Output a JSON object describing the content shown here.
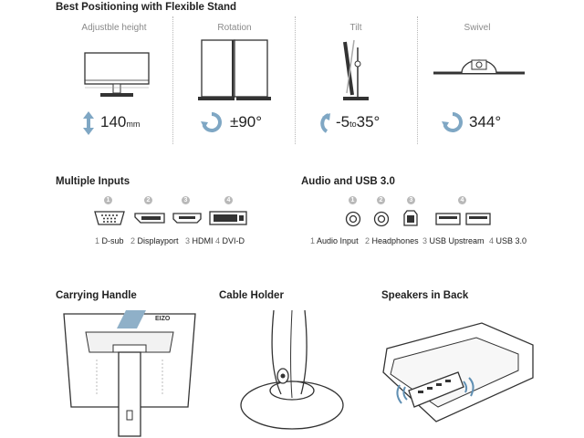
{
  "stand": {
    "title": "Best Positioning with Flexible Stand",
    "columns": [
      {
        "label": "Adjustble height",
        "value": "140",
        "unit": "mm"
      },
      {
        "label": "Rotation",
        "value": "±90°"
      },
      {
        "label": "Tilt",
        "value_from": "-5",
        "value_to_word": "to",
        "value_to": "35°"
      },
      {
        "label": "Swivel",
        "value": "344°"
      }
    ]
  },
  "inputs": {
    "title": "Multiple Inputs",
    "ports": [
      {
        "num": "1",
        "name": "D-sub"
      },
      {
        "num": "2",
        "name": "Displayport"
      },
      {
        "num": "3",
        "name": "HDMI"
      },
      {
        "num": "4",
        "name": "DVI-D"
      }
    ]
  },
  "audio": {
    "title": "Audio and USB 3.0",
    "ports": [
      {
        "num": "1",
        "name": "Audio Input"
      },
      {
        "num": "2",
        "name": "Headphones"
      },
      {
        "num": "3",
        "name": "USB Upstream"
      },
      {
        "num": "4",
        "name": "USB 3.0"
      }
    ]
  },
  "bottom": {
    "handle_title": "Carrying Handle",
    "cable_title": "Cable Holder",
    "speakers_title": "Speakers in Back",
    "brand": "EIZO"
  },
  "colors": {
    "icon_blue": "#7fa7c4",
    "text": "#222222",
    "muted": "#8a8a8a"
  }
}
